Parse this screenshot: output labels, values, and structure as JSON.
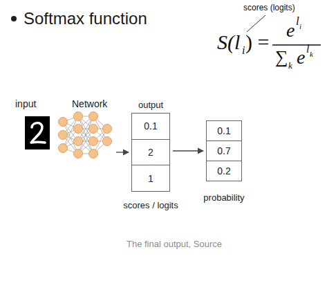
{
  "diagram": {
    "title": "Softmax function",
    "caption": "The final output, Source",
    "nodes": [
      {
        "text": [
          "input"
        ]
      },
      {
        "text": [
          "Network"
        ]
      },
      {
        "text": [
          "output",
          "scores / logits"
        ]
      },
      {
        "text": [
          "0.1"
        ],
        "in": 2
      },
      {
        "text": [
          "2"
        ],
        "in": 2
      },
      {
        "text": [
          "1"
        ],
        "in": 2
      },
      {
        "text": [
          "probability"
        ]
      },
      {
        "text": [
          "0.1"
        ],
        "in": 6
      },
      {
        "text": [
          "0.7"
        ],
        "in": 6
      },
      {
        "text": [
          "0.2"
        ],
        "in": 6
      }
    ],
    "edges": [
      {
        "from": 1,
        "to": 2,
        "arrow": "to"
      },
      {
        "from": 2,
        "to": 6,
        "arrow": "to"
      }
    ],
    "labels": [
      "scores (logits)",
      "S(l",
      "i",
      ") =",
      "e",
      "l",
      "i",
      "∑",
      "k",
      "e",
      "l",
      "k"
    ]
  }
}
